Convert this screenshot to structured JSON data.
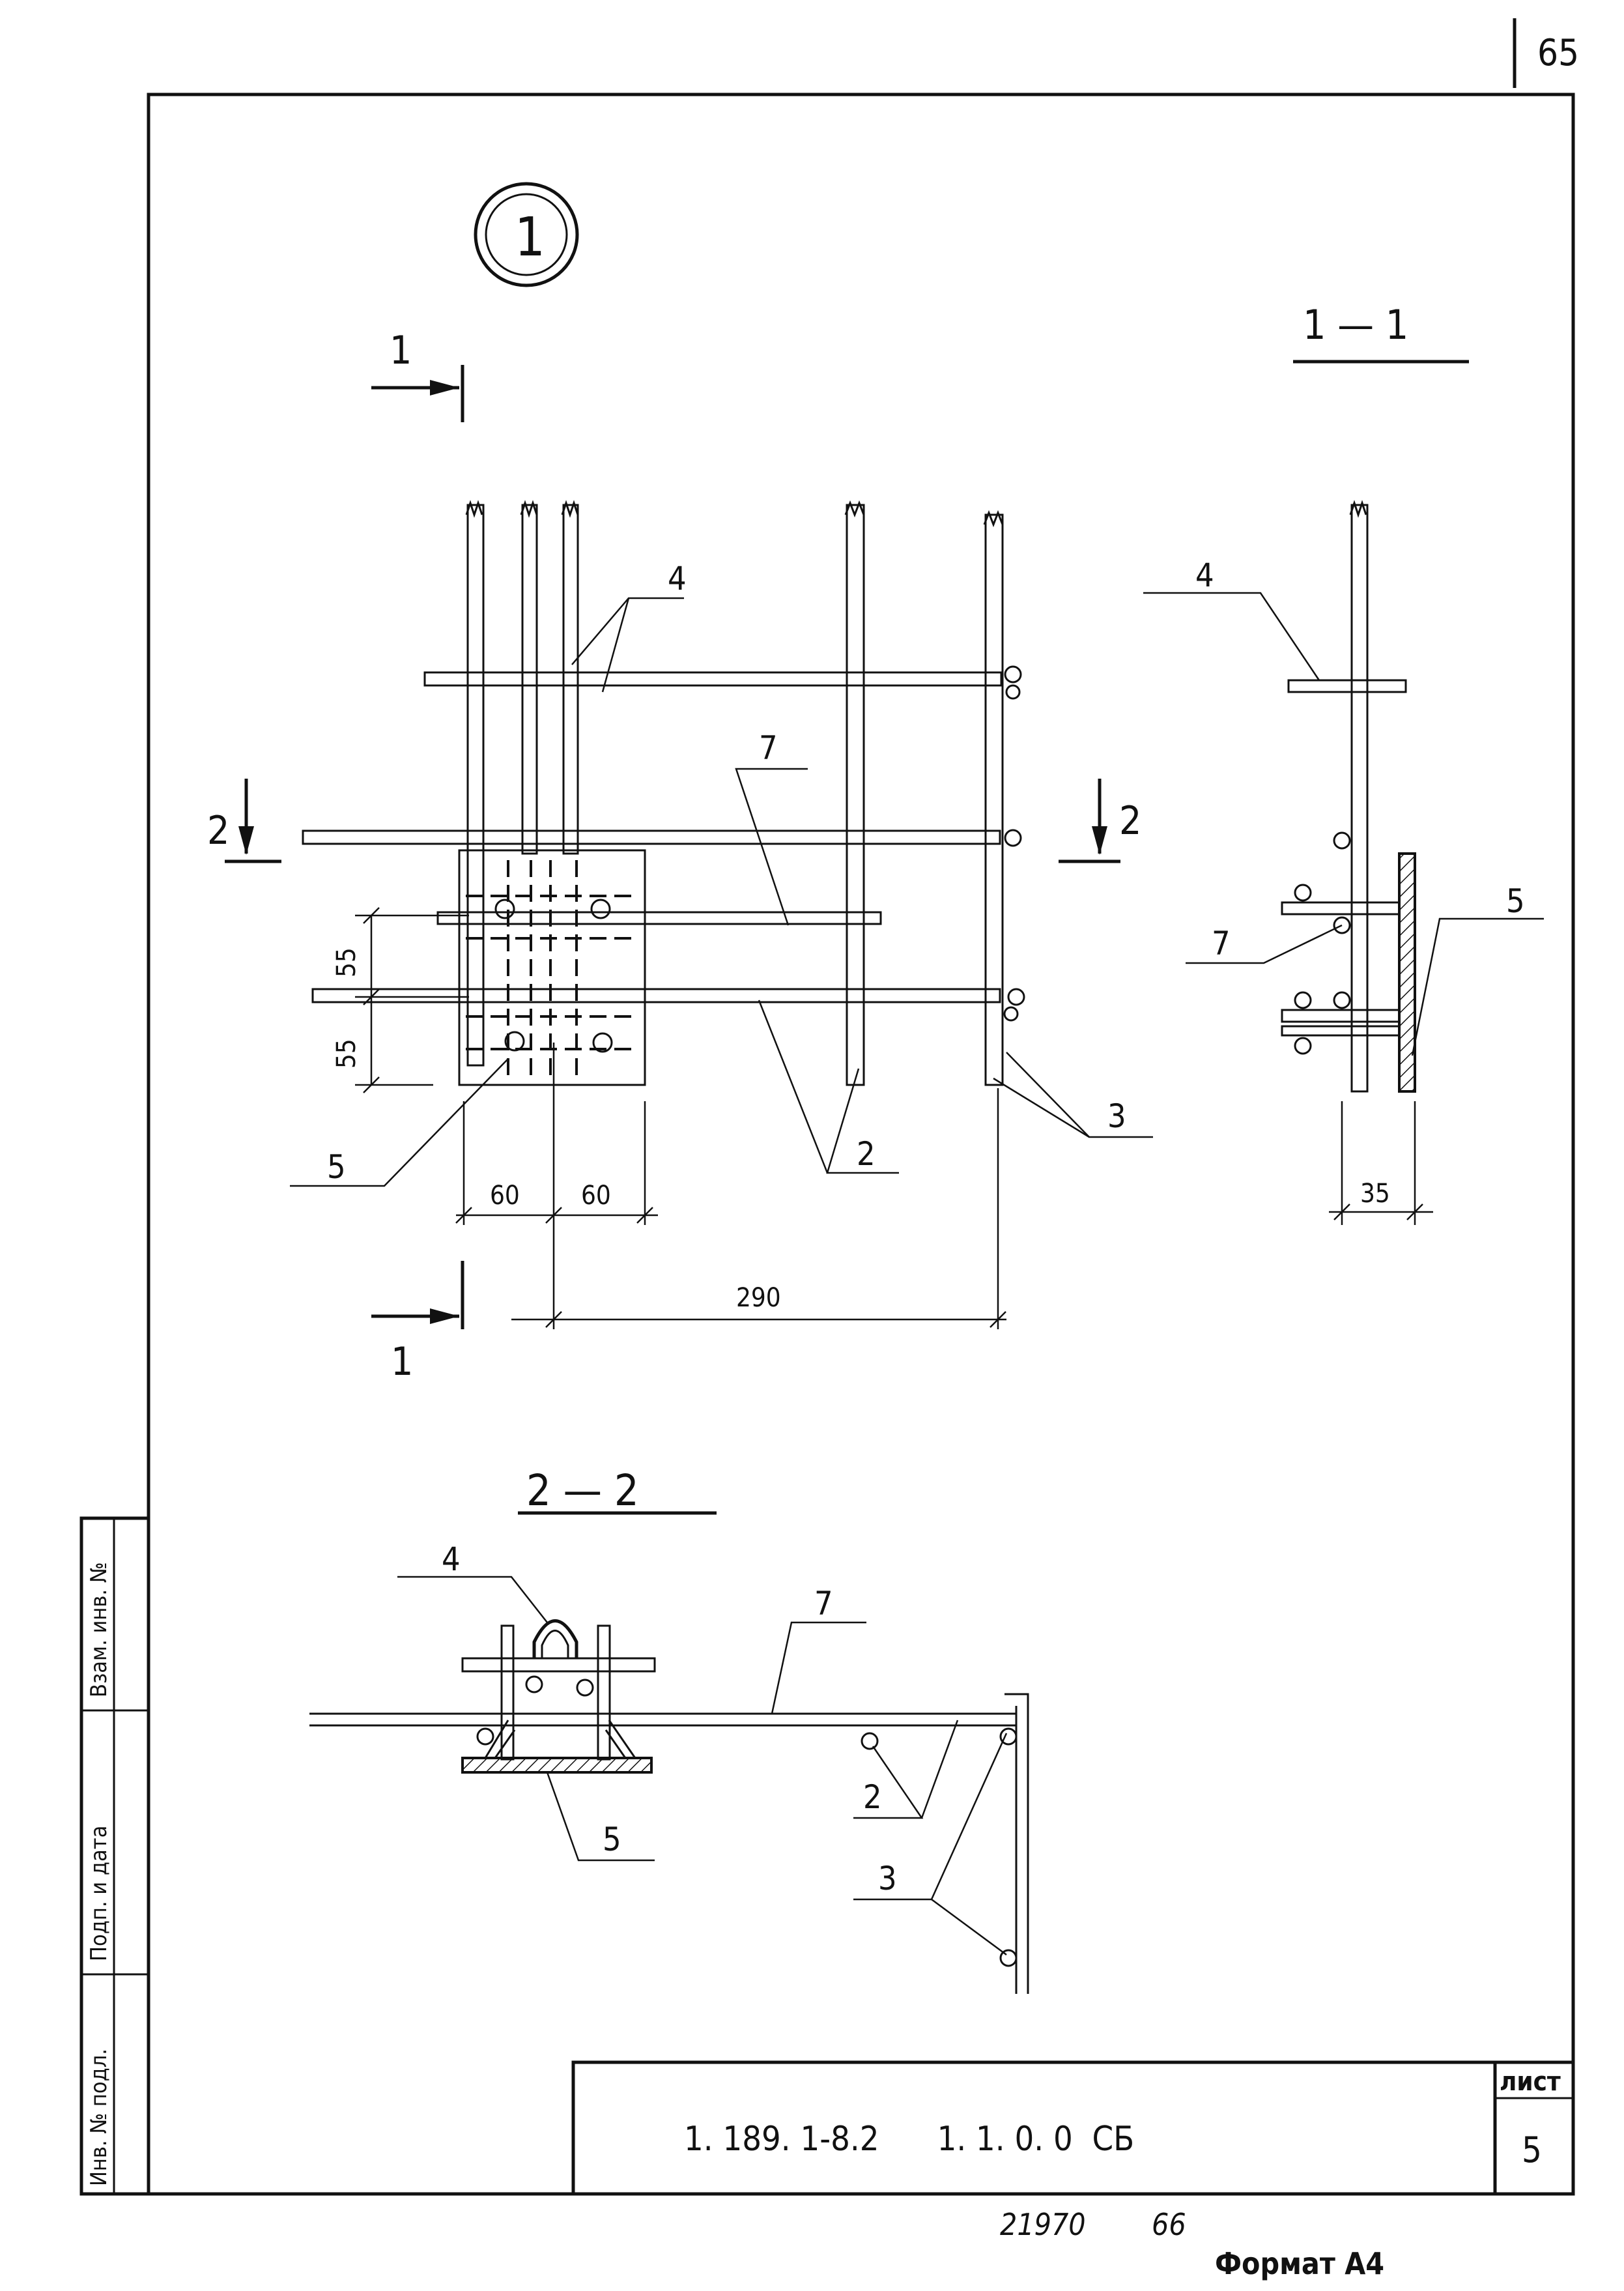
{
  "sheet": {
    "page_number_top": "65",
    "detail_marker": "1",
    "format_label": "Формат А4",
    "archive_number": "21970",
    "archive_sub": "66"
  },
  "title_block": {
    "designation": "1. 189. 1-8.2      1. 1. 0. 0  СБ",
    "sheet_label": "лист",
    "sheet_number": "5"
  },
  "side_stamp": {
    "col1": "Инв. № подл.",
    "col2": "Подп. и дата",
    "col3": "Взам. инв. №"
  },
  "sections": {
    "cut_1_top": "1",
    "cut_1_bottom": "1",
    "cut_2_left": "2",
    "cut_2_right": "2",
    "section_1_title": "1 — 1",
    "section_2_title": "2 — 2"
  },
  "callouts": {
    "main_4": "4",
    "main_7": "7",
    "main_5": "5",
    "main_2": "2",
    "main_3": "3",
    "s11_4": "4",
    "s11_5": "5",
    "s11_7": "7",
    "s22_4": "4",
    "s22_7": "7",
    "s22_5": "5",
    "s22_2": "2",
    "s22_3": "3"
  },
  "dimensions": {
    "d55_a": "55",
    "d55_b": "55",
    "d60_a": "60",
    "d60_b": "60",
    "d290": "290",
    "d35": "35"
  }
}
